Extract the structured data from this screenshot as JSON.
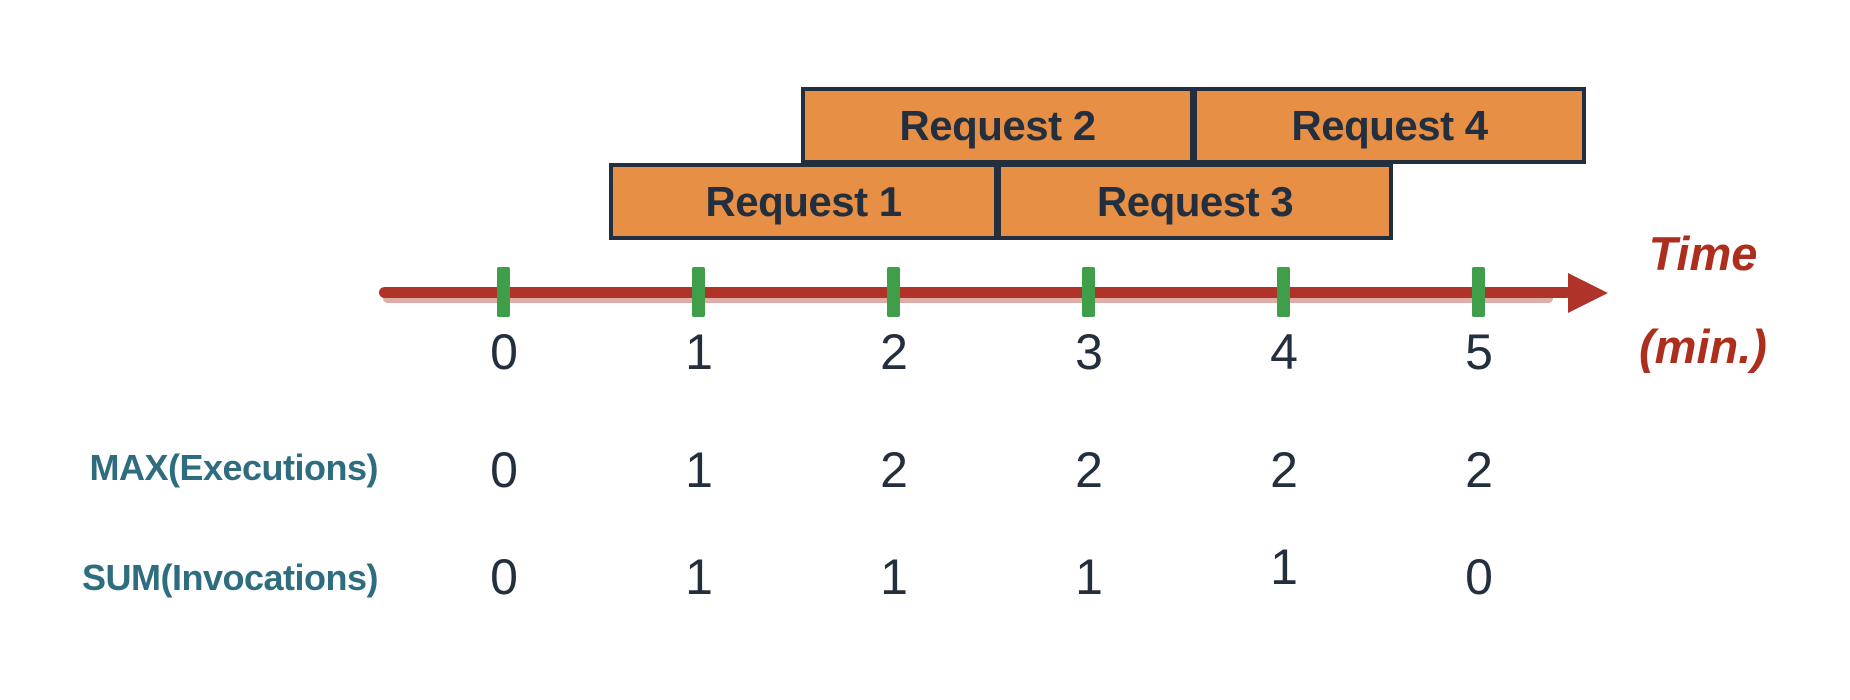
{
  "bars": [
    {
      "label": "Request 1"
    },
    {
      "label": "Request 2"
    },
    {
      "label": "Request 3"
    },
    {
      "label": "Request 4"
    }
  ],
  "axis": {
    "tick_labels": [
      "0",
      "1",
      "2",
      "3",
      "4",
      "5"
    ],
    "time_label": "Time",
    "time_unit_label": "(min.)"
  },
  "metrics": [
    {
      "label": "MAX(Executions)",
      "values": [
        "0",
        "1",
        "2",
        "2",
        "2",
        "2"
      ]
    },
    {
      "label": "SUM(Invocations)",
      "values": [
        "0",
        "1",
        "1",
        "1",
        "1",
        "0"
      ]
    }
  ],
  "colors": {
    "bar_fill": "#e78f44",
    "bar_border": "#232f3e",
    "axis_red": "#b0332a",
    "tick_green": "#3f9e49",
    "metric_label_teal": "#2e6d80",
    "number_text": "#242f3d",
    "time_label_red": "#ae2e1e"
  },
  "chart_data": {
    "type": "timeline",
    "title": "",
    "x_axis": {
      "label": "Time (min.)",
      "ticks": [
        0,
        1,
        2,
        3,
        4,
        5
      ]
    },
    "requests": [
      {
        "name": "Request 1",
        "start_min": 0.55,
        "end_min": 2.55,
        "row": "bottom"
      },
      {
        "name": "Request 2",
        "start_min": 1.55,
        "end_min": 3.55,
        "row": "top"
      },
      {
        "name": "Request 3",
        "start_min": 2.55,
        "end_min": 4.55,
        "row": "bottom"
      },
      {
        "name": "Request 4",
        "start_min": 3.55,
        "end_min": 5.55,
        "row": "top"
      }
    ],
    "series": [
      {
        "name": "MAX(Executions)",
        "x": [
          0,
          1,
          2,
          3,
          4,
          5
        ],
        "values": [
          0,
          1,
          2,
          2,
          2,
          2
        ]
      },
      {
        "name": "SUM(Invocations)",
        "x": [
          0,
          1,
          2,
          3,
          4,
          5
        ],
        "values": [
          0,
          1,
          1,
          1,
          1,
          0
        ]
      }
    ]
  }
}
